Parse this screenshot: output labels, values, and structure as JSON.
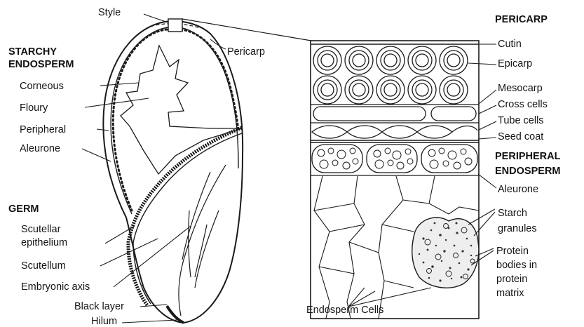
{
  "kernel": {
    "style": "Style",
    "pericarp": "Pericarp",
    "starchy_endosperm_heading": [
      "STARCHY",
      "ENDOSPERM"
    ],
    "corneous": "Corneous",
    "floury": "Floury",
    "peripheral": "Peripheral",
    "aleurone": "Aleurone",
    "germ_heading": "GERM",
    "scutellar_epithelium": [
      "Scutellar",
      "epithelium"
    ],
    "scutellum": "Scutellum",
    "embryonic_axis": "Embryonic axis",
    "black_layer": "Black layer",
    "hilum": "Hilum"
  },
  "enlarged": {
    "pericarp_heading": "PERICARP",
    "cutin": "Cutin",
    "epicarp": "Epicarp",
    "mesocarp": "Mesocarp",
    "cross_cells": "Cross cells",
    "tube_cells": "Tube cells",
    "seed_coat": "Seed coat",
    "peripheral_endosperm_heading": [
      "PERIPHERAL",
      "ENDOSPERM"
    ],
    "aleurone": "Aleurone",
    "starch_granules": [
      "Starch",
      "granules"
    ],
    "protein_bodies": [
      "Protein",
      "bodies in",
      "protein",
      "matrix"
    ],
    "endosperm_cells": "Endosperm Cells"
  }
}
